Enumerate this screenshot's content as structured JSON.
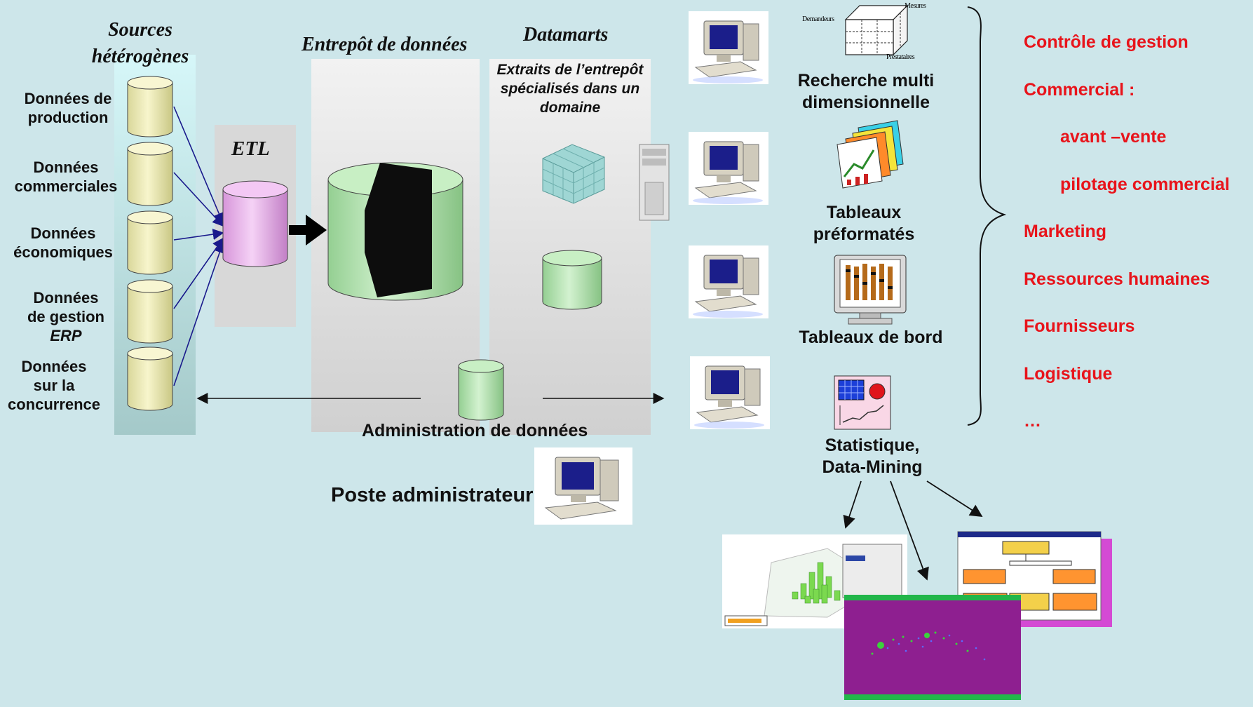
{
  "headings": {
    "sources": [
      "Sources",
      "hétérogènes"
    ],
    "etl": "ETL",
    "entrepot": "Entrepôt de données",
    "datamarts": "Datamarts",
    "datamarts_desc": [
      "Extraits de l’entrepôt",
      "spécialisés dans un",
      "domaine"
    ]
  },
  "sources": [
    {
      "lines": [
        "Données de",
        "production"
      ],
      "italic": ""
    },
    {
      "lines": [
        "Données",
        "commerciales"
      ],
      "italic": ""
    },
    {
      "lines": [
        "Données",
        "économiques"
      ],
      "italic": ""
    },
    {
      "lines": [
        "Données",
        "de gestion"
      ],
      "italic": "ERP"
    },
    {
      "lines": [
        "Données",
        "sur la",
        "concurrence"
      ],
      "italic": ""
    }
  ],
  "admin": {
    "data_label": "Administration de données",
    "station_label": "Poste administrateur"
  },
  "cube_labels": {
    "left": "Demandeurs",
    "top": "Mesures",
    "bottom": "Prestataires"
  },
  "tools": [
    {
      "lines": [
        "Recherche multi",
        "dimensionnelle"
      ]
    },
    {
      "lines": [
        "Tableaux",
        "préformatés"
      ]
    },
    {
      "lines": [
        "Tableaux de bord"
      ]
    },
    {
      "lines": [
        "Statistique,",
        "Data-Mining"
      ]
    }
  ],
  "domains": [
    "Contrôle de gestion",
    "Commercial :",
    "avant –vente",
    "pilotage commercial",
    "Marketing",
    "Ressources humaines",
    "Fournisseurs",
    "Logistique",
    "…"
  ],
  "colors": {
    "background": "#cde6ea",
    "domain_text": "#e8141b",
    "source_cylinder": "#f2f0bf",
    "etl_cylinder": "#eab8ec",
    "warehouse_cylinder": "#b9e6b5",
    "connector": "#1a1a8c"
  }
}
